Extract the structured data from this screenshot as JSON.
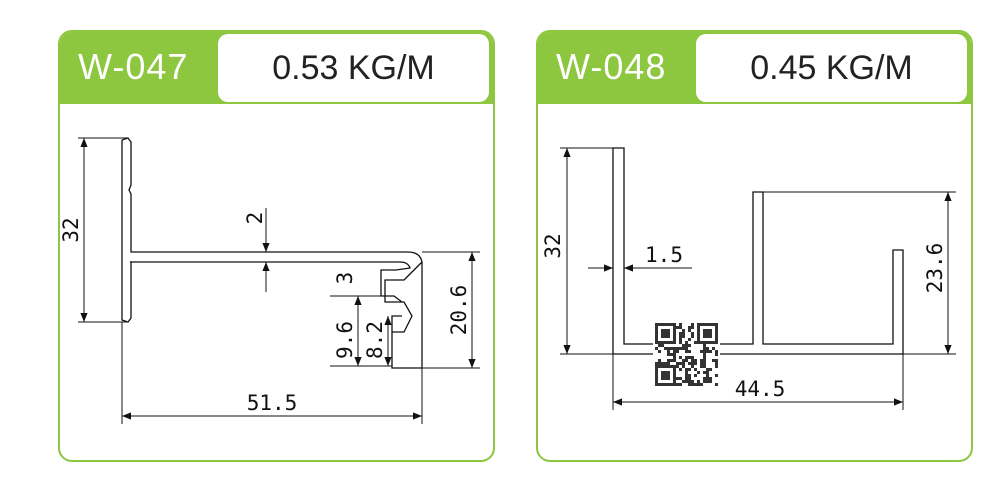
{
  "products": [
    {
      "code": "W-047",
      "weight": "0.53 KG/M",
      "dims": {
        "height": "32",
        "top_thickness": "2",
        "lip": "3",
        "inner_gap": "9.6",
        "inner_small": "8.2",
        "right_height": "20.6",
        "width": "51.5"
      }
    },
    {
      "code": "W-048",
      "weight": "0.45 KG/M",
      "dims": {
        "height": "32",
        "thickness": "1.5",
        "right_height": "23.6",
        "width": "44.5"
      }
    }
  ],
  "colors": {
    "accent": "#8dc63f",
    "line": "#111111"
  }
}
